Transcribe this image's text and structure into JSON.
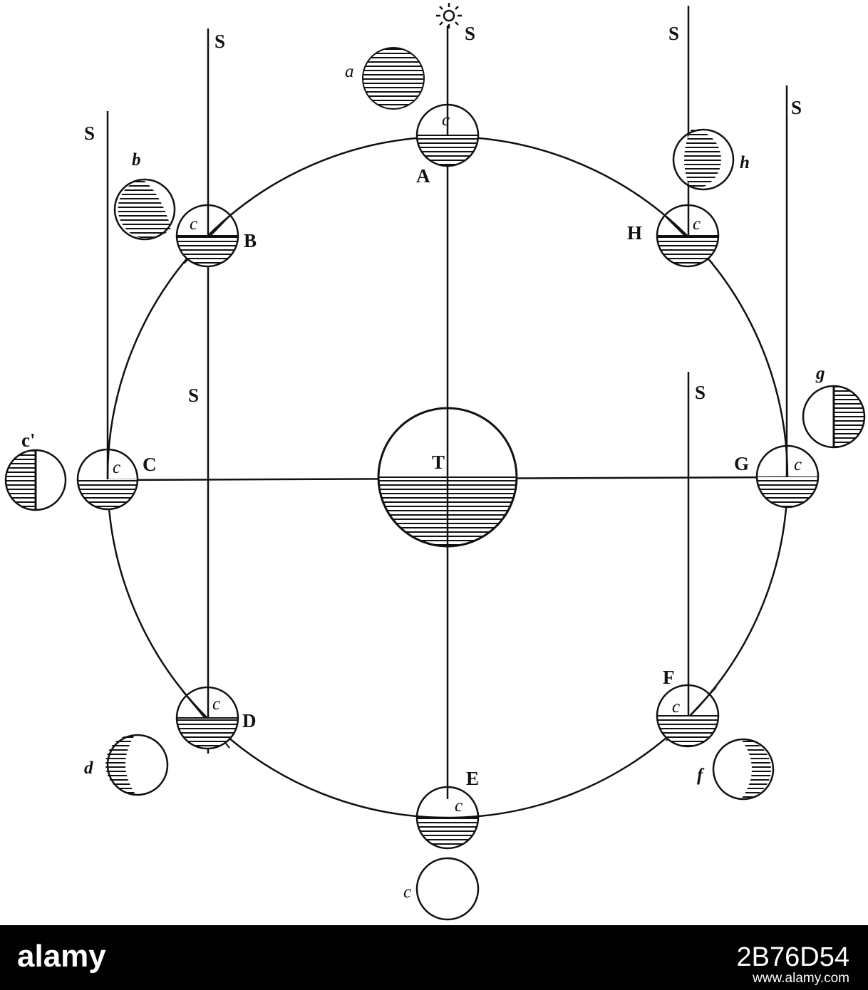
{
  "diagram": {
    "sun_label": "S",
    "earth_label": "T",
    "moon_center_label": "c",
    "positions": [
      "A",
      "B",
      "C",
      "D",
      "E",
      "F",
      "G",
      "H"
    ],
    "phases": [
      "a",
      "b",
      "c'",
      "d",
      "c",
      "f",
      "g",
      "h"
    ]
  },
  "footer": {
    "logo_text": "alamy",
    "stock_id": "2B76D54",
    "url": "www.alamy.com"
  },
  "colors": {
    "ink": "#111111",
    "background": "#ffffff",
    "footer_bg": "#000000",
    "footer_text": "#ffffff"
  }
}
